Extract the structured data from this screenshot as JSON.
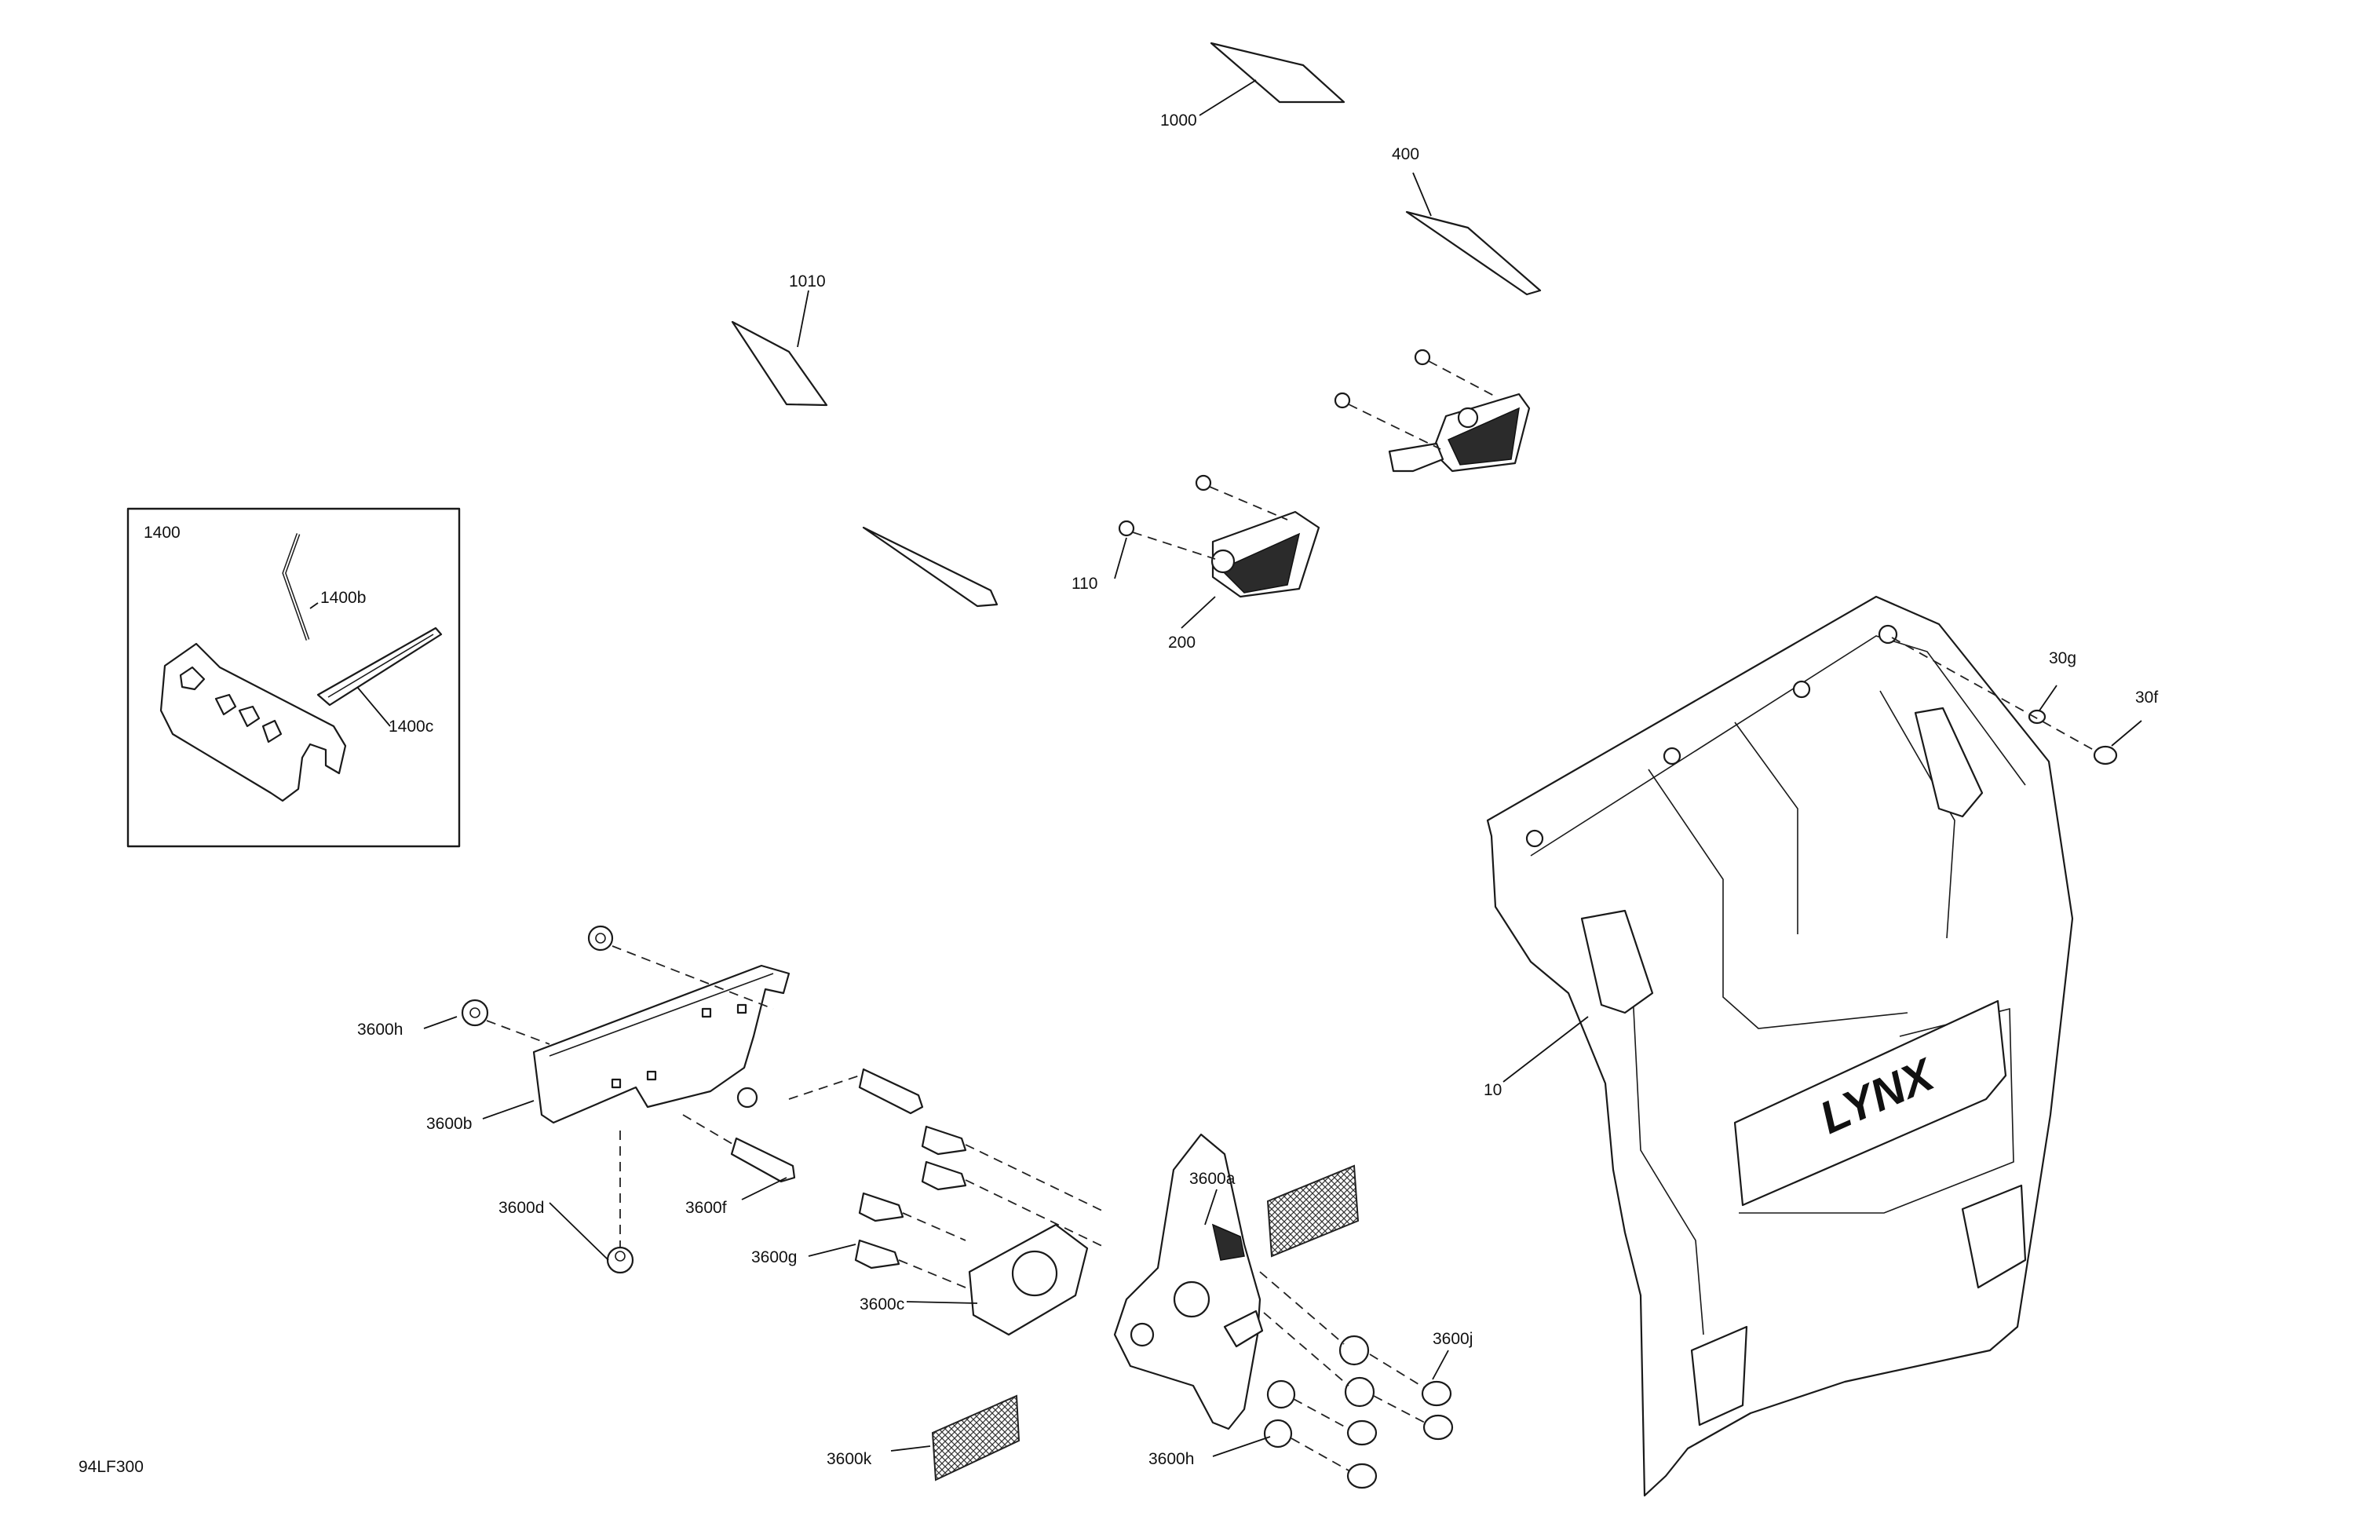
{
  "figure_ref": "94LF300",
  "callouts": {
    "c1000": "1000",
    "c400": "400",
    "c1010": "1010",
    "c110": "110",
    "c200": "200",
    "c1400": "1400",
    "c1400b": "1400b",
    "c1400c": "1400c",
    "c30g": "30g",
    "c30f": "30f",
    "c10": "10",
    "c3600h_top": "3600h",
    "c3600b": "3600b",
    "c3600d": "3600d",
    "c3600f": "3600f",
    "c3600g": "3600g",
    "c3600c": "3600c",
    "c3600a": "3600a",
    "c3600j": "3600j",
    "c3600k": "3600k",
    "c3600h_bottom": "3600h"
  },
  "emblem_text": "LYNX"
}
